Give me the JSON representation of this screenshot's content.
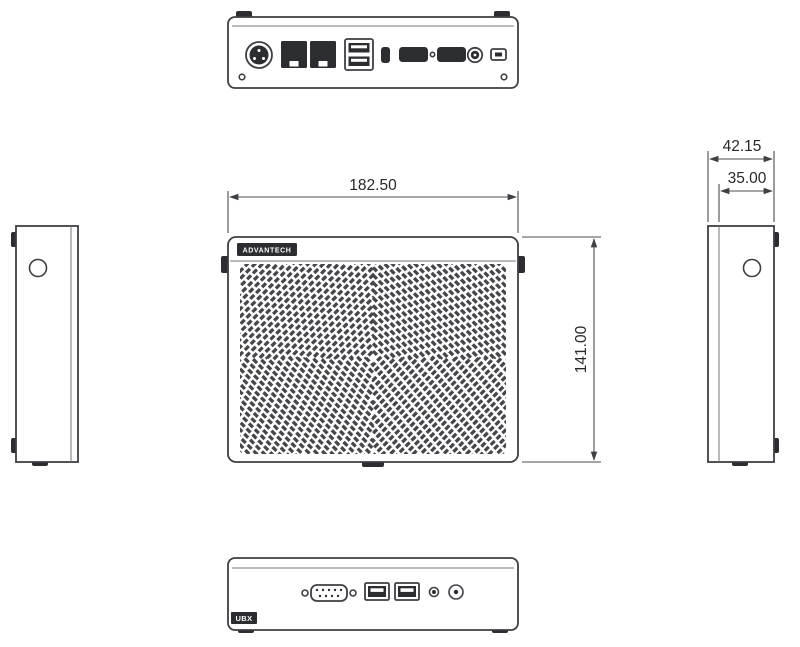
{
  "drawing": {
    "colors": {
      "line": "#3d3f43",
      "fill_dark": "#2b2d30",
      "background": "#ffffff"
    },
    "dims": {
      "width_mm": "182.50",
      "height_mm": "141.00",
      "depth_outer_mm": "42.15",
      "depth_inner_mm": "35.00"
    },
    "labels": {
      "brand": "ADVANTECH",
      "model": "UBX"
    },
    "views": {
      "top_rear_panel": {
        "ports": [
          "dc-power-din-icon",
          "lan-port-icon",
          "lan-port-icon",
          "usb-dual-stack-icon",
          "usb-c-icon",
          "hdmi-icon",
          "hdmi-icon",
          "audio-jack-icon",
          "kensington-lock-icon"
        ]
      },
      "front": {
        "features": [
          "brand-logo",
          "vent-grille-pattern"
        ]
      },
      "left_side": {
        "features": [
          "thumbscrew-hole"
        ]
      },
      "right_side": {
        "features": [
          "thumbscrew-hole"
        ]
      },
      "bottom_front_panel": {
        "ports": [
          "db9-serial-icon",
          "usb-port-icon",
          "usb-port-icon",
          "audio-jack-icon",
          "power-button-icon"
        ],
        "label": "UBX"
      }
    }
  }
}
